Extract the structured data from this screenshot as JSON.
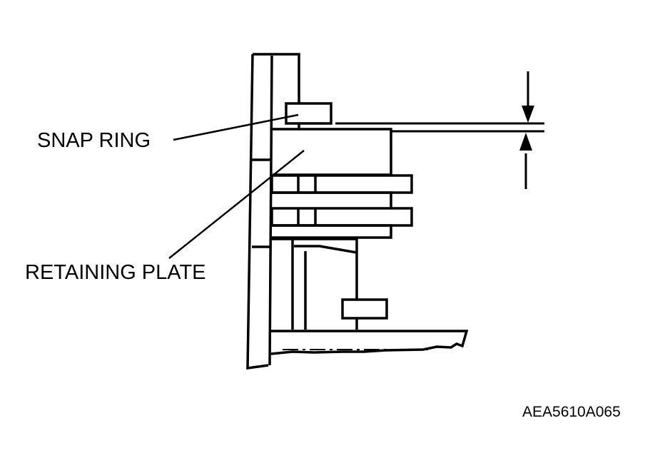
{
  "labels": {
    "snap_ring": "SNAP RING",
    "retaining_plate": "RETAINING PLATE",
    "figure_code": "AEA5610A065"
  },
  "colors": {
    "ink": "#000000",
    "paper": "#ffffff"
  }
}
